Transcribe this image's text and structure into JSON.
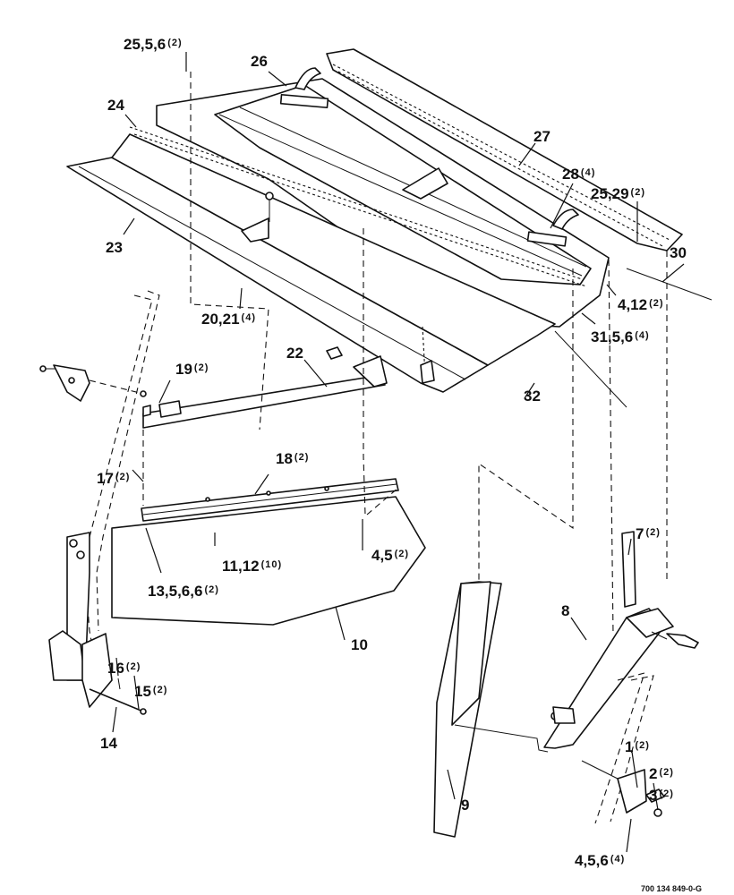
{
  "diagram": {
    "figure_number": "700 134 849-0-G",
    "callouts": [
      {
        "id": "c-25-5-6",
        "label": "25,5,6",
        "qty": "(2)"
      },
      {
        "id": "c-26",
        "label": "26",
        "qty": ""
      },
      {
        "id": "c-24",
        "label": "24",
        "qty": ""
      },
      {
        "id": "c-27",
        "label": "27",
        "qty": ""
      },
      {
        "id": "c-28",
        "label": "28",
        "qty": "(4)"
      },
      {
        "id": "c-25-29",
        "label": "25,29",
        "qty": "(2)"
      },
      {
        "id": "c-23",
        "label": "23",
        "qty": ""
      },
      {
        "id": "c-30",
        "label": "30",
        "qty": ""
      },
      {
        "id": "c-4-12",
        "label": "4,12",
        "qty": "(2)"
      },
      {
        "id": "c-31-5-6",
        "label": "31,5,6",
        "qty": "(4)"
      },
      {
        "id": "c-20-21",
        "label": "20,21",
        "qty": "(4)"
      },
      {
        "id": "c-22",
        "label": "22",
        "qty": ""
      },
      {
        "id": "c-19",
        "label": "19",
        "qty": "(2)"
      },
      {
        "id": "c-32",
        "label": "32",
        "qty": ""
      },
      {
        "id": "c-18",
        "label": "18",
        "qty": "(2)"
      },
      {
        "id": "c-17",
        "label": "17",
        "qty": "(2)"
      },
      {
        "id": "c-7",
        "label": "7",
        "qty": "(2)"
      },
      {
        "id": "c-4-5",
        "label": "4,5",
        "qty": "(2)"
      },
      {
        "id": "c-11-12",
        "label": "11,12",
        "qty": "(10)"
      },
      {
        "id": "c-13-5-6-6",
        "label": "13,5,6,6",
        "qty": "(2)"
      },
      {
        "id": "c-8",
        "label": "8",
        "qty": ""
      },
      {
        "id": "c-10",
        "label": "10",
        "qty": ""
      },
      {
        "id": "c-16",
        "label": "16",
        "qty": "(2)"
      },
      {
        "id": "c-15",
        "label": "15",
        "qty": "(2)"
      },
      {
        "id": "c-14",
        "label": "14",
        "qty": ""
      },
      {
        "id": "c-1",
        "label": "1",
        "qty": "(2)"
      },
      {
        "id": "c-2",
        "label": "2",
        "qty": "(2)"
      },
      {
        "id": "c-3",
        "label": "3",
        "qty": "(2)"
      },
      {
        "id": "c-9",
        "label": "9",
        "qty": ""
      },
      {
        "id": "c-4-5-6",
        "label": "4,5,6",
        "qty": "(4)"
      }
    ]
  }
}
